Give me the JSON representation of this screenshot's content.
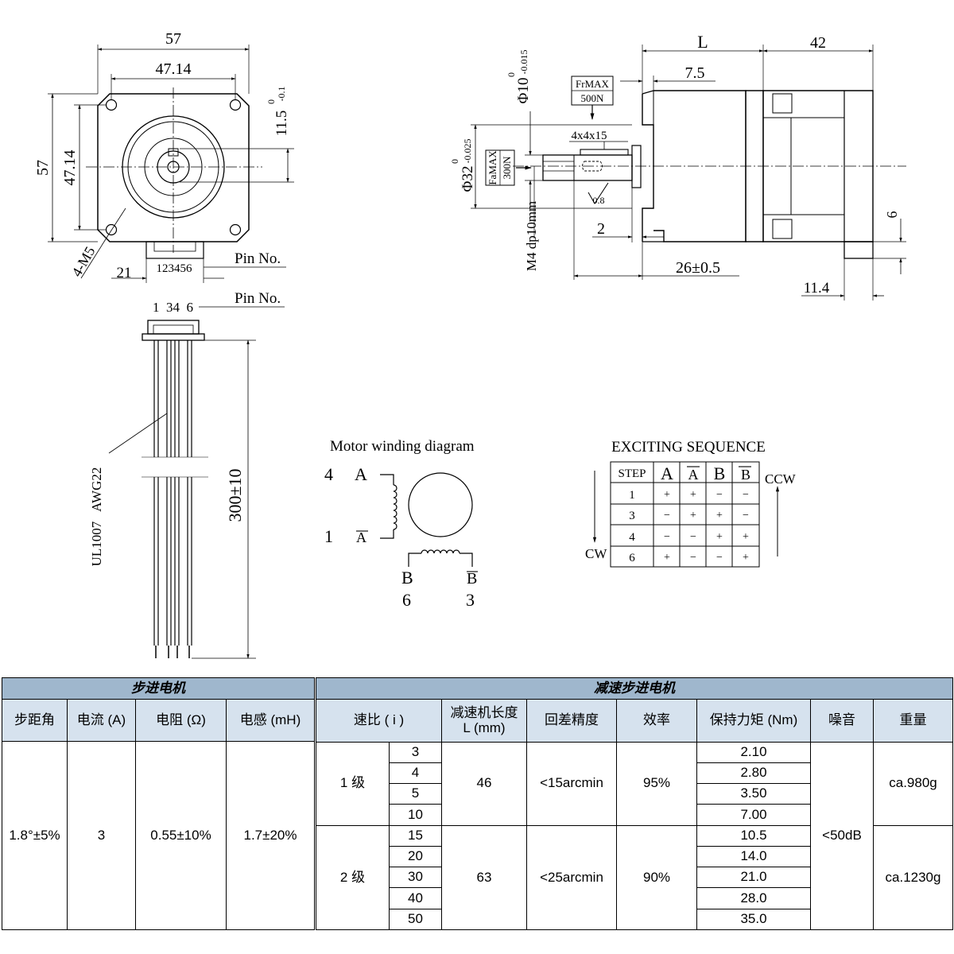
{
  "front_view": {
    "width_label": "57",
    "hole_spacing_label": "47.14",
    "height_label": "57",
    "hole_spacing_v_label": "47.14",
    "shaft_dim_label": "11.5",
    "shaft_tol_upper": "0",
    "shaft_tol_lower": "-0.1",
    "hole_label": "4-M5",
    "connector_offset_label": "21",
    "connector_pins_label": "123456",
    "pin_no_label": "Pin No."
  },
  "side_view": {
    "length_label": "L",
    "motor_length_label": "42",
    "shaft_len_label": "7.5",
    "shaft_dia_label": "Φ10",
    "shaft_dia_tol_upper": "0",
    "shaft_dia_tol_lower": "-0.015",
    "fr_label": "FrMAX",
    "fr_value": "500N",
    "key_label": "4x4x15",
    "fa_label": "FaMAX",
    "fa_value": "300N",
    "flange_dia_label": "Φ32",
    "flange_tol_upper": "0",
    "flange_tol_lower": "-0.025",
    "surface_label": "0.8",
    "thread_label": "M4 dp10mm",
    "collar_label": "2",
    "gear_len_label": "26±0.5",
    "connector_len_label": "11.4",
    "connector_h_label": "6"
  },
  "cable": {
    "pin_no_label": "Pin No.",
    "pins_label": "1  34  6",
    "wire_label": "UL1007   AWG22",
    "length_label": "300±10"
  },
  "winding": {
    "title": "Motor winding diagram",
    "top_num": "4",
    "top_phase": "A",
    "bottom_num": "1",
    "bottom_phase": "A",
    "left_phase": "B",
    "right_phase": "B",
    "left_num": "6",
    "right_num": "3"
  },
  "sequence": {
    "title": "EXCITING SEQUENCE",
    "headers": [
      "STEP",
      "A",
      "A",
      "B",
      "B"
    ],
    "rows": [
      [
        "1",
        "+",
        "+",
        "−",
        "−"
      ],
      [
        "3",
        "−",
        "+",
        "+",
        "−"
      ],
      [
        "4",
        "−",
        "−",
        "+",
        "+"
      ],
      [
        "6",
        "+",
        "−",
        "−",
        "+"
      ]
    ],
    "ccw_label": "CCW",
    "cw_label": "CW"
  },
  "stepper_table": {
    "title": "步进电机",
    "headers": [
      "步距角",
      "电流 (A)",
      "电阻 (Ω)",
      "电感 (mH)"
    ],
    "values": [
      "1.8°±5%",
      "3",
      "0.55±10%",
      "1.7±20%"
    ]
  },
  "reducer_table": {
    "title": "减速步进电机",
    "headers": {
      "ratio": "速比 ( i )",
      "length_line1": "减速机长度",
      "length_line2": "L (mm)",
      "backlash": "回差精度",
      "efficiency": "效率",
      "torque": "保持力矩 (Nm)",
      "noise": "噪音",
      "weight": "重量"
    },
    "stages": [
      {
        "stage": "1 级",
        "length": "46",
        "backlash": "<15arcmin",
        "efficiency": "95%",
        "ratios": [
          "3",
          "4",
          "5",
          "10"
        ],
        "torques": [
          "2.10",
          "2.80",
          "3.50",
          "7.00"
        ],
        "weight": "ca.980g"
      },
      {
        "stage": "2 级",
        "length": "63",
        "backlash": "<25arcmin",
        "efficiency": "90%",
        "ratios": [
          "15",
          "20",
          "30",
          "40",
          "50"
        ],
        "torques": [
          "10.5",
          "14.0",
          "21.0",
          "28.0",
          "35.0"
        ],
        "weight": "ca.1230g"
      }
    ],
    "noise": "<50dB"
  }
}
